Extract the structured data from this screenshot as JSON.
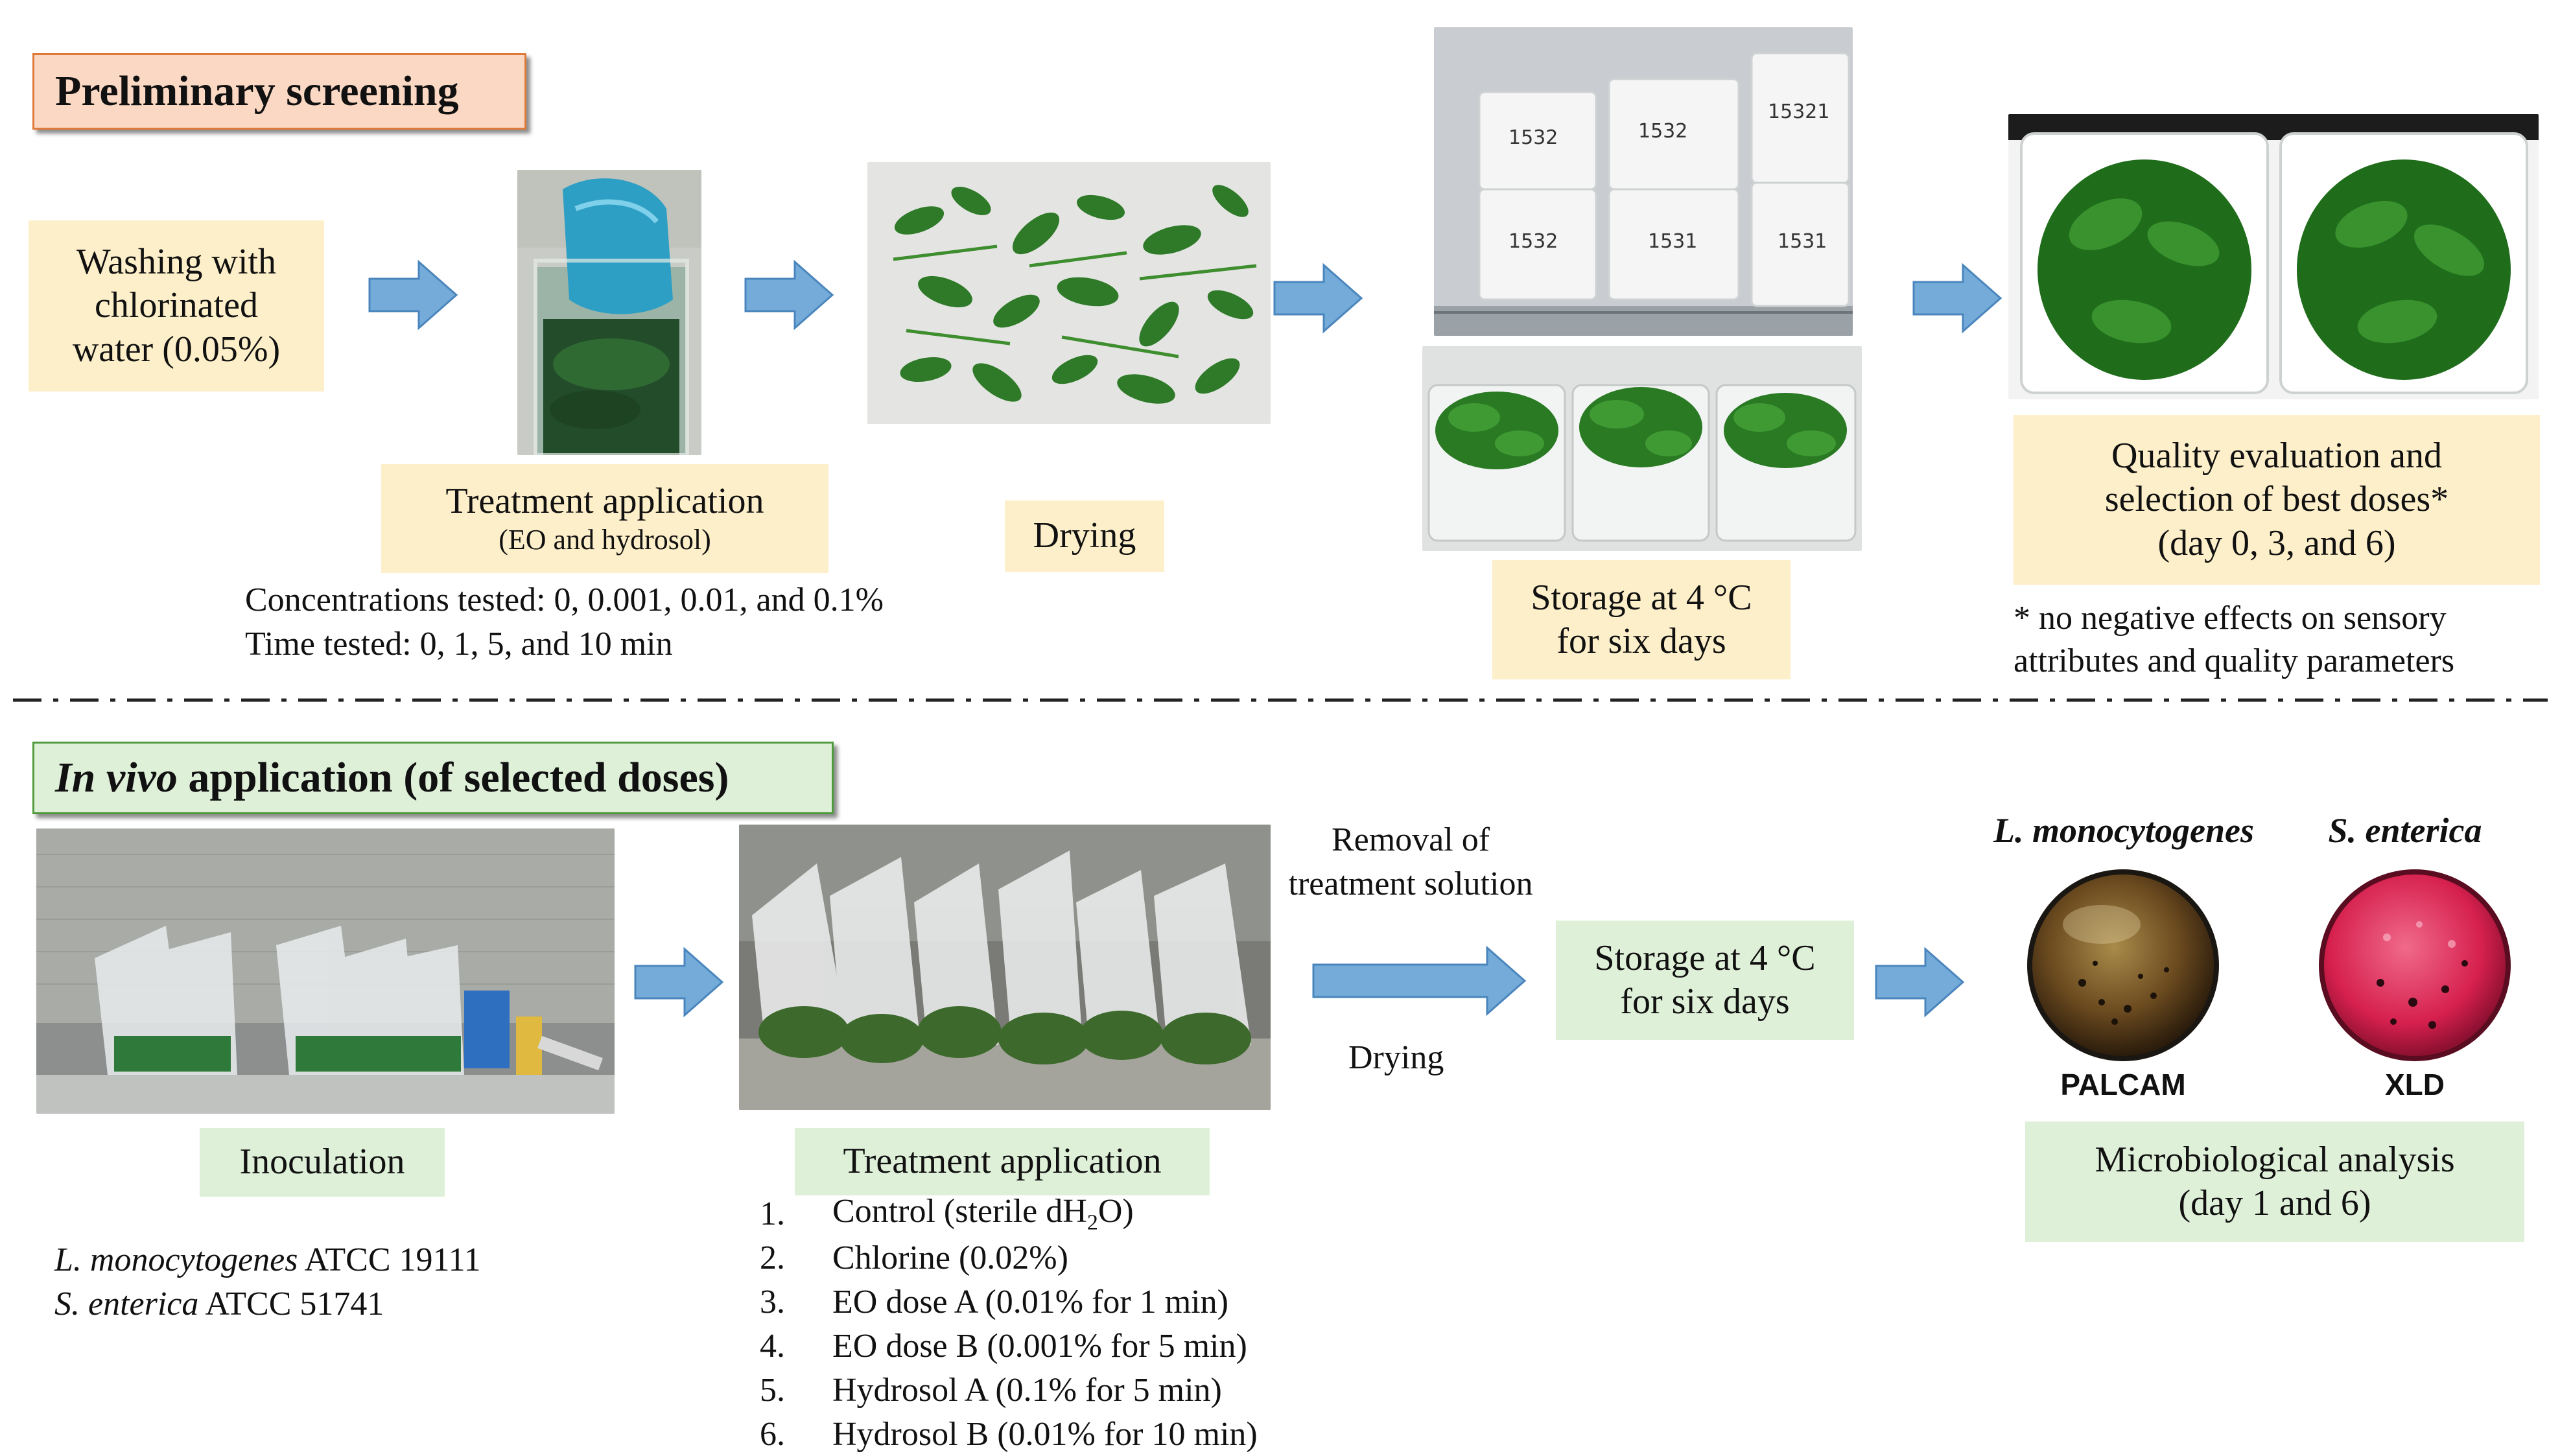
{
  "preliminary": {
    "title": "Preliminary screening",
    "washing": [
      "Washing with",
      "chlorinated",
      "water (0.05%)"
    ],
    "treatment": {
      "label": "Treatment application",
      "sub": "(EO and hydrosol)"
    },
    "concentrations": "Concentrations tested: 0, 0.001, 0.01, and 0.1%",
    "time": "Time tested: 0, 1, 5, and 10 min",
    "drying": "Drying",
    "storage": [
      "Storage at 4 °C",
      "for six days"
    ],
    "container_labels": [
      "1532",
      "1532",
      "15321",
      "1532",
      "1531",
      "1531"
    ],
    "quality": [
      "Quality evaluation and",
      "selection of best doses*",
      "(day 0, 3, and 6)"
    ],
    "footnote": [
      "* no negative effects on sensory",
      "attributes and quality parameters"
    ]
  },
  "invivo": {
    "title_italic": "In vivo",
    "title_rest": " application (of selected doses)",
    "inoculation": "Inoculation",
    "strains": [
      {
        "species": "L. monocytogenes",
        "code": " ATCC 19111"
      },
      {
        "species": "S. enterica",
        "code": " ATCC 51741"
      }
    ],
    "treatment_label": "Treatment application",
    "treatments": [
      {
        "num": "1.",
        "pre": "Control (sterile dH",
        "sub": "2",
        "post": "O)"
      },
      {
        "num": "2.",
        "pre": "Chlorine (0.02%)",
        "sub": "",
        "post": ""
      },
      {
        "num": "3.",
        "pre": "EO dose A (0.01% for 1 min)",
        "sub": "",
        "post": ""
      },
      {
        "num": "4.",
        "pre": "EO dose B (0.001% for 5 min)",
        "sub": "",
        "post": ""
      },
      {
        "num": "5.",
        "pre": "Hydrosol A (0.1% for 5 min)",
        "sub": "",
        "post": ""
      },
      {
        "num": "6.",
        "pre": "Hydrosol B (0.01% for 10 min)",
        "sub": "",
        "post": ""
      }
    ],
    "removal": [
      "Removal of",
      "treatment solution"
    ],
    "drying": "Drying",
    "storage": [
      "Storage at 4 °C",
      "for six days"
    ],
    "species_1": "L. monocytogenes",
    "species_2": "S. enterica",
    "medium_1": "PALCAM",
    "medium_2": "XLD",
    "micro": [
      "Microbiological analysis",
      "(day 1 and 6)"
    ]
  },
  "colors": {
    "arrow": "#74abd8",
    "arrow_stroke": "#4a86bd",
    "yellow_box": "#fdefc9",
    "green_box": "#dff0d9",
    "title_pink": "#fbd8c3",
    "title_green": "#dff0d9"
  }
}
